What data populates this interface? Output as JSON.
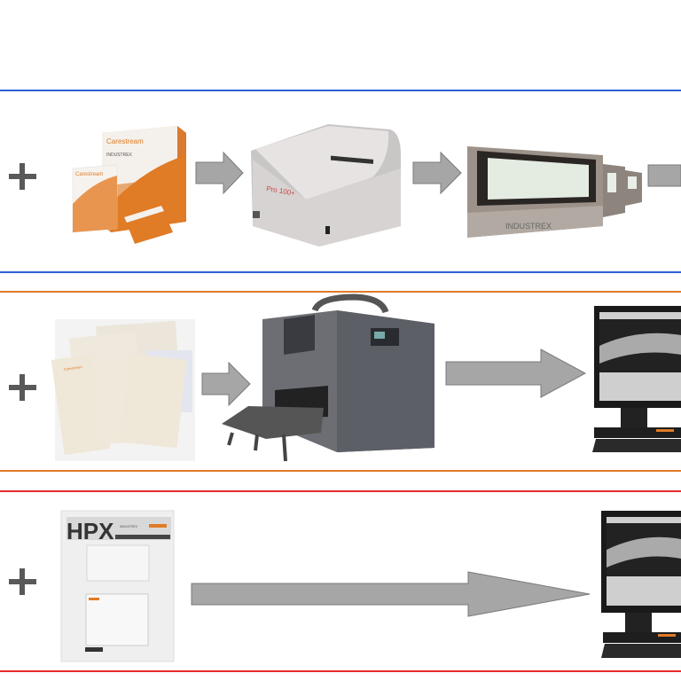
{
  "colors": {
    "row1_border": "#2f5fd6",
    "row2_border": "#e07b26",
    "row3_border": "#e52b2b",
    "arrow_fill": "#a6a6a6",
    "arrow_stroke": "#7a7a7a",
    "plus": "#595959"
  },
  "rows": [
    {
      "id": "conventional-film",
      "plus": "+",
      "logos": {
        "box_brand": "Carestream",
        "box_product": "INDUSTREX",
        "processor_model": "Pro 100+",
        "viewer_label": "INDUSTREX"
      }
    },
    {
      "id": "computed-radiography",
      "plus": "+",
      "logos": {
        "plate_brand": "Carestream"
      }
    },
    {
      "id": "hpx-digital",
      "plus": "+",
      "logos": {
        "panel_brand": "HPX",
        "panel_product": "INDUSTREX"
      }
    }
  ]
}
